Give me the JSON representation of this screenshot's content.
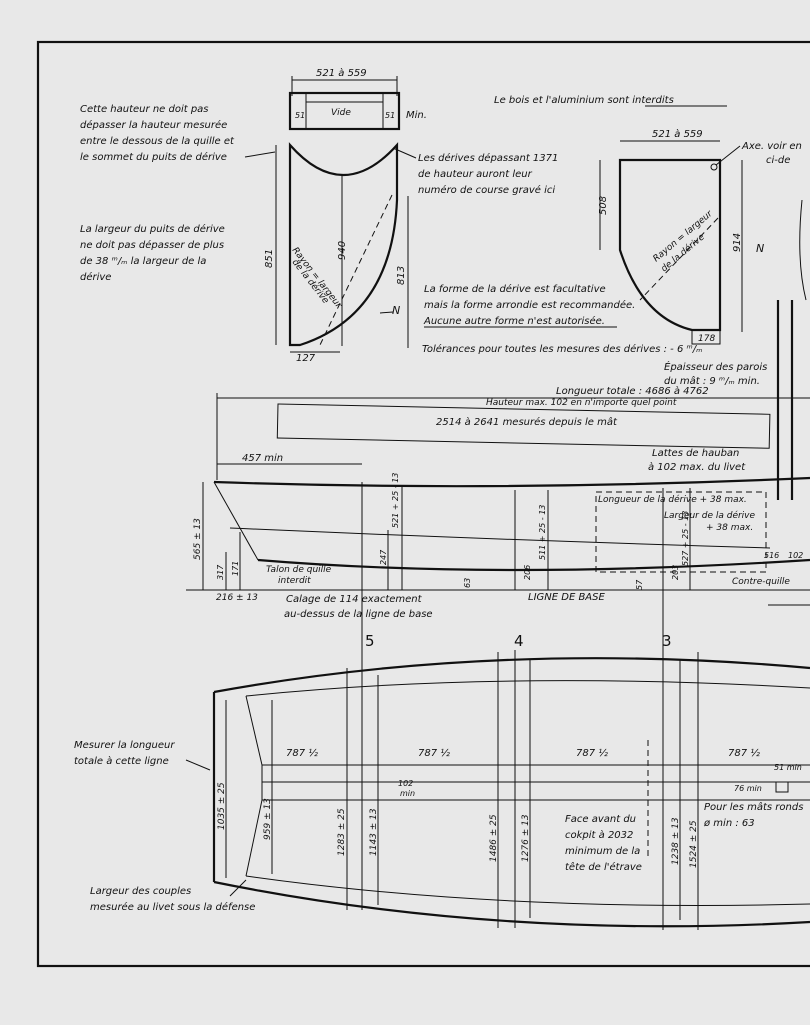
{
  "notes": {
    "hauteur": [
      "Cette hauteur ne doit pas",
      "dépasser la hauteur mesurée",
      "entre le dessous de la quille et",
      "le sommet du puits de dérive"
    ],
    "largeur_puits": [
      "La largeur du puits de dérive",
      "ne doit pas dépasser de plus",
      "de 38 ᵐ/ₘ la largeur de la",
      "dérive"
    ],
    "bois": "Le bois et l'aluminium sont interdits",
    "derives": [
      "Les dérives dépassant 1371",
      "de hauteur auront leur",
      "numéro de course gravé ici"
    ],
    "forme": [
      "La forme de la dérive est facultative",
      "mais la forme arrondie est recommandée.",
      "Aucune autre forme n'est autorisée."
    ],
    "tolerances": "Tolérances pour toutes les mesures des dérives : - 6 ᵐ/ₘ",
    "axe": [
      "Axe. voir en",
      "ci-de"
    ],
    "epaisseur": [
      "Épaisseur des parois",
      "du mât : 9 ᵐ/ₘ min."
    ],
    "longueur_totale": "Longueur totale : 4686 à 4762",
    "hauteur_max": "Hauteur max. 102 en n'importe quel point",
    "mesure_mat": "2514 à 2641 mesurés depuis le mât",
    "lattes": [
      "Lattes de hauban",
      "à 102 max. du livet"
    ],
    "longueur_derive": "Longueur de la dérive + 38 max.",
    "largeur_derive": [
      "Largeur de la dérive",
      "+ 38 max."
    ],
    "talon": [
      "Talon de quille",
      "interdit"
    ],
    "celage": [
      "Calage de 114 exactement",
      "au-dessus de la ligne de base"
    ],
    "ligne_base": "LIGNE DE BASE",
    "contre_quille": "Contre-quille",
    "mesurer": [
      "Mesurer la longueur",
      "totale à cette ligne"
    ],
    "couples": [
      "Largeur des couples",
      "mesurée au livet sous la défense"
    ],
    "cokpit": [
      "Face avant du",
      "cokpit à 2032",
      "minimum de la",
      "tête de l'étrave"
    ],
    "mats_ronds": [
      "Pour les mâts ronds",
      "ø min : 63"
    ]
  },
  "dims": {
    "d521a": "521 à 559",
    "d521b": "521 à 559",
    "vide": "Vide",
    "min": "Min.",
    "s51a": "51",
    "s51b": "51",
    "d851": "851",
    "d940": "940",
    "d813": "813",
    "d127": "127",
    "rayon": [
      "Rayon = largeur",
      "de la dérive"
    ],
    "d508": "508",
    "d914": "914",
    "d178": "178",
    "N1": "N",
    "N2": "N",
    "d457": "457 min",
    "d565": "565 ± 13",
    "d317": "317",
    "d171": "171",
    "d216": "216 ± 13",
    "d247": "247",
    "d521p": "521 + 25 - 13",
    "d63": "63",
    "d206": "206",
    "d511": "511 + 25 - 13",
    "d57": "57",
    "d203": "203",
    "d527": "527 + 25 - 13",
    "d516": "516",
    "d102b": "102",
    "st5": "5",
    "st4": "4",
    "st3": "3",
    "p1": "787 ½",
    "p2": "787 ½",
    "p3": "787 ½",
    "p4": "787 ½",
    "d102min": "102",
    "min2": "min",
    "d51min": "51 min",
    "d76": "76 min",
    "d1035": "1035 ± 25",
    "d959": "959 ± 13",
    "d1283": "1283 ± 25",
    "d1143": "1143 ± 13",
    "d1486": "1486 ± 25",
    "d1276": "1276 ± 13",
    "d1238": "1238 ± 13",
    "d1524": "1524 ± 25"
  }
}
